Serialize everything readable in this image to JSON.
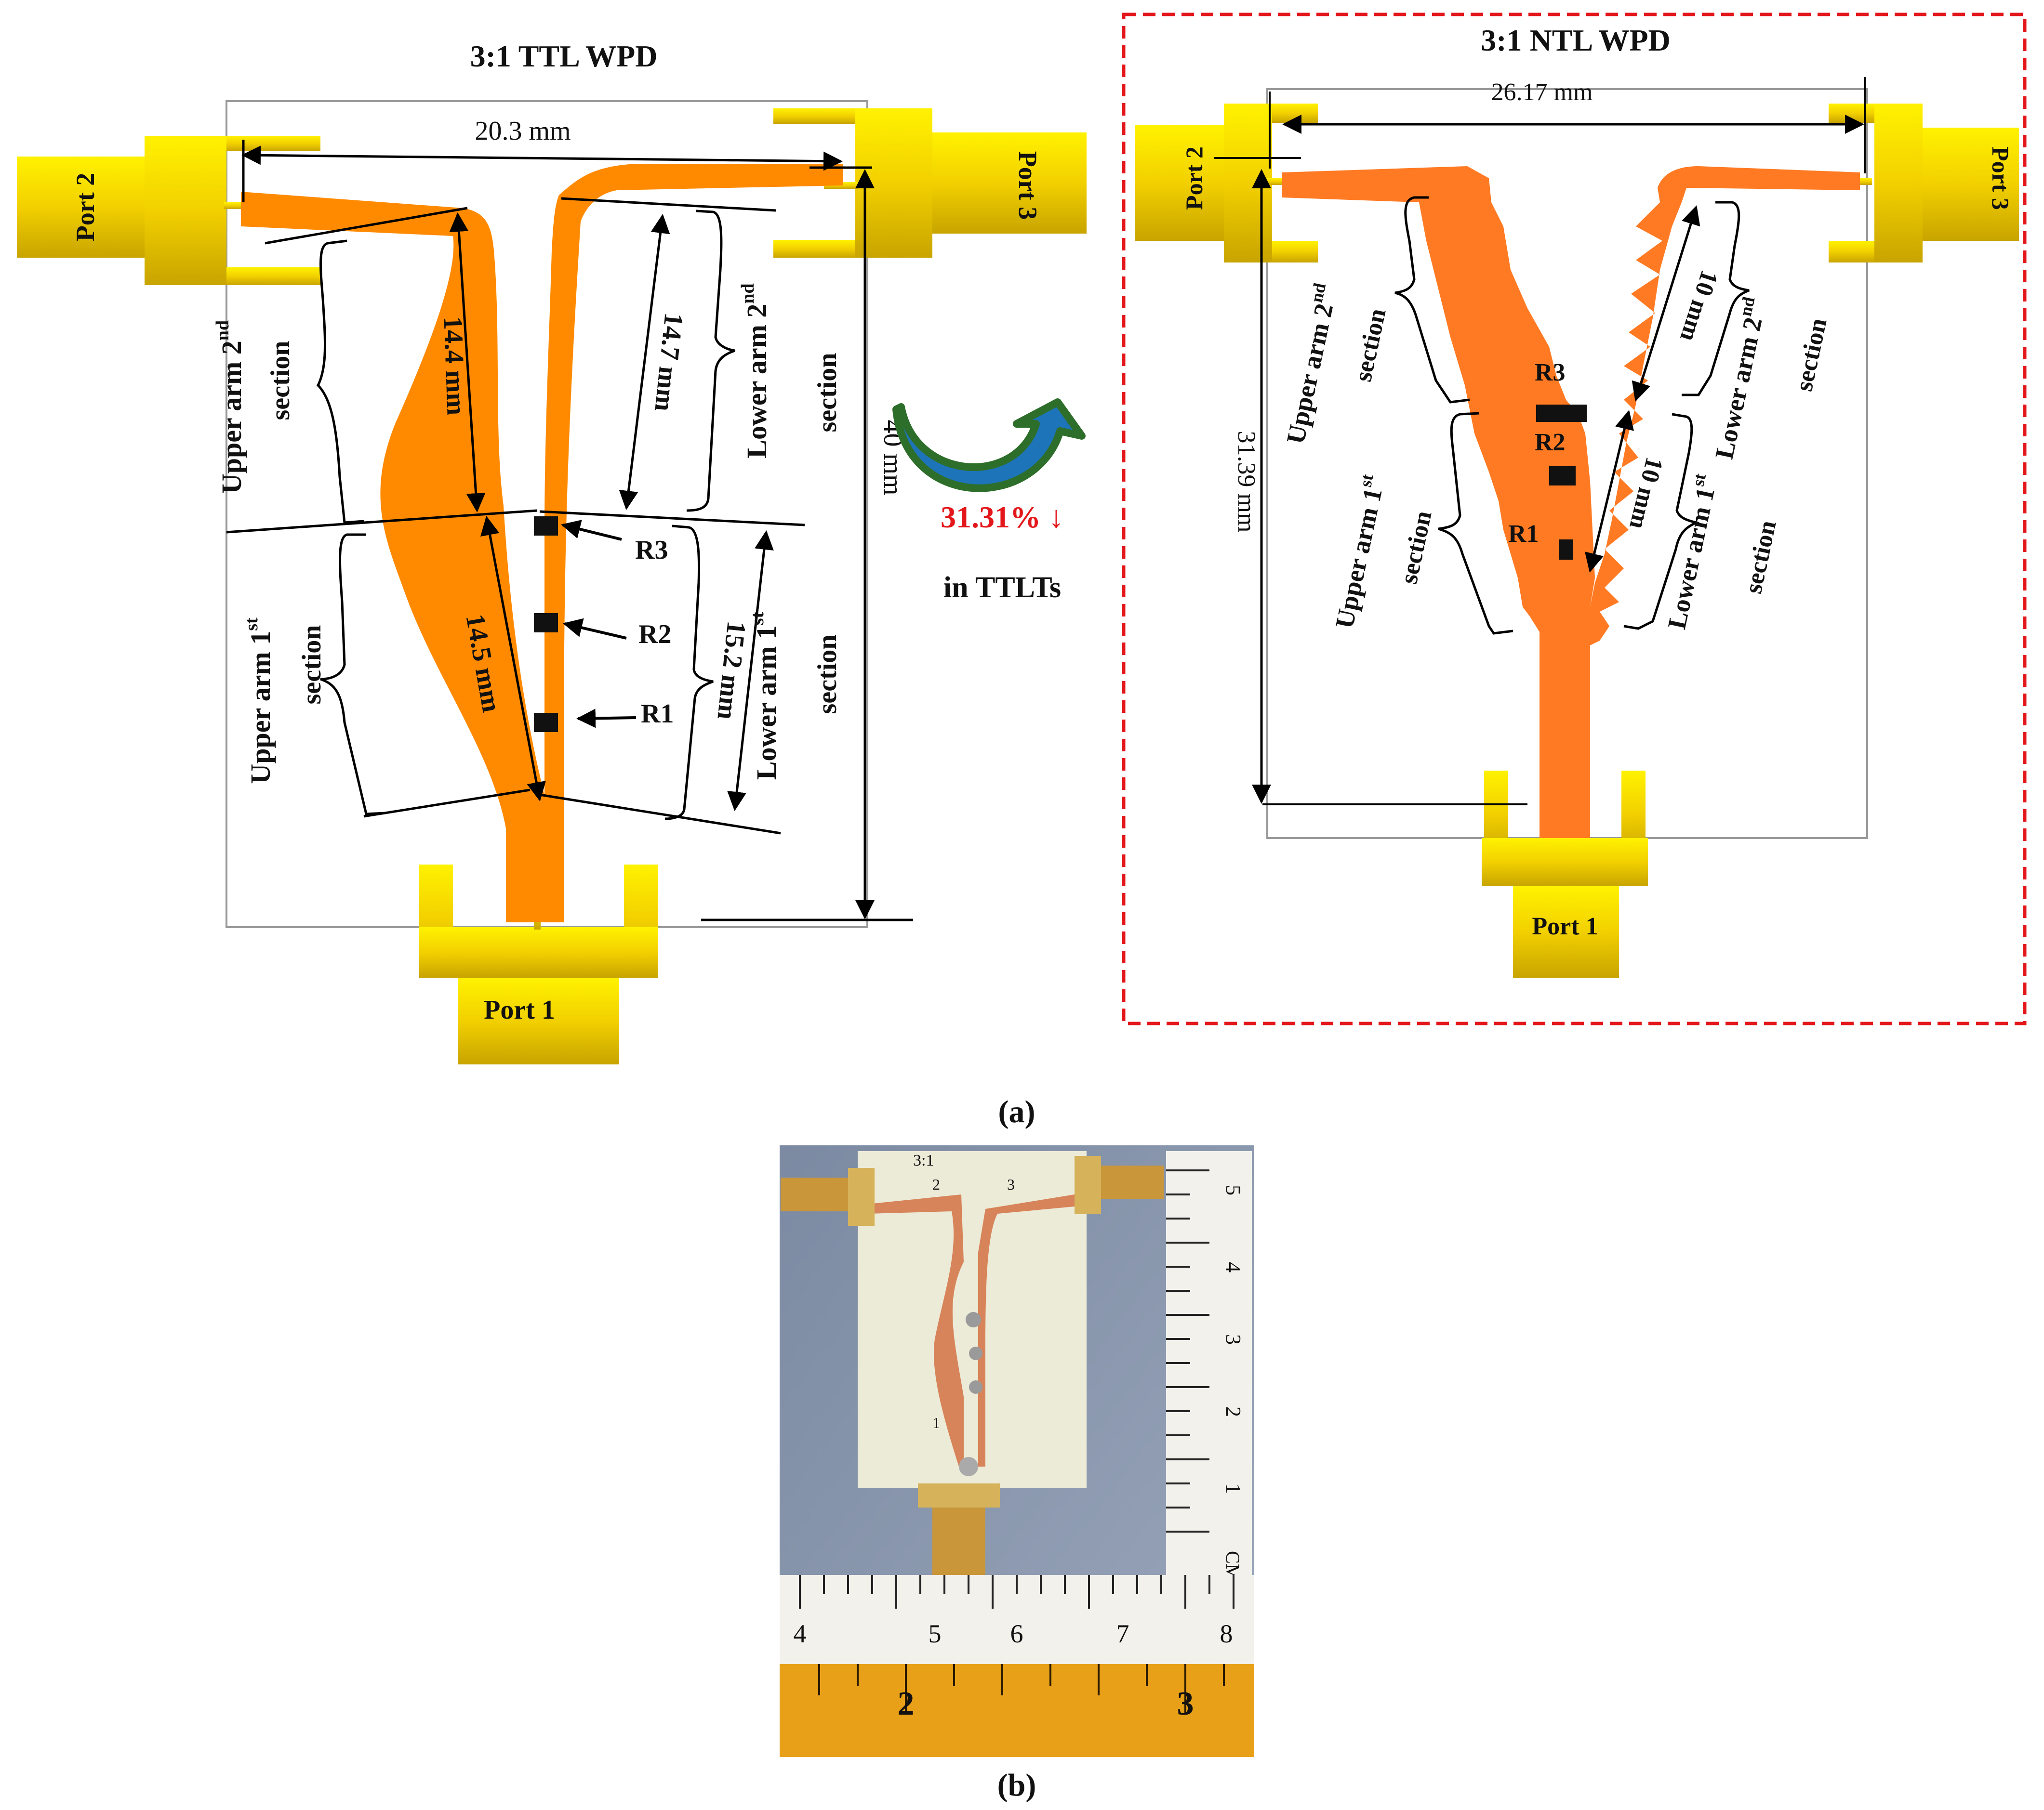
{
  "figure": {
    "left_panel": {
      "title": "3:1 TTL WPD",
      "dim_width": "20.3 mm",
      "dim_height": "40 mm",
      "dim_upper2": "14.4 mm",
      "dim_lower2": "14.7 mm",
      "dim_upper1": "14.5 mm",
      "dim_lower1": "15.2 mm",
      "port1": "Port 1",
      "port2": "Port 2",
      "port3": "Port 3",
      "upper2_label": "Upper arm 2",
      "upper1_label": "Upper arm 1",
      "lower2_label": "Lower arm 2",
      "lower1_label": "Lower arm 1",
      "sup_nd": "nd",
      "sup_st": "st",
      "section": "section",
      "r1": "R1",
      "r2": "R2",
      "r3": "R3"
    },
    "reduction": {
      "value": "31.31% ↓",
      "note": "in TTLTs",
      "value_color": "#e3171b"
    },
    "right_panel": {
      "title": "3:1 NTL WPD",
      "dim_width": "26.17 mm",
      "dim_height": "31.39 mm",
      "dim_upper_arm": "10 mm",
      "dim_lower_arm": "10 mm",
      "port1": "Port 1",
      "port2": "Port 2",
      "port3": "Port 3",
      "upper2_label": "Upper arm 2",
      "upper1_label": "Upper arm 1",
      "lower2_label": "Lower arm 2",
      "lower1_label": "Lower arm 1",
      "sup_nd": "nd",
      "sup_st": "st",
      "section": "section",
      "r1": "R1",
      "r2": "R2",
      "r3": "R3",
      "border_color": "#e3171b"
    },
    "caption_a": "(a)",
    "caption_b": "(b)",
    "photo": {
      "board_label": "3:1",
      "port_marks": [
        "1",
        "2",
        "3"
      ],
      "ruler_v_numbers": [
        "5",
        "4",
        "3",
        "2",
        "1",
        "CM"
      ],
      "ruler_h_numbers": [
        "4",
        "5",
        "6",
        "7",
        "8"
      ],
      "ruler_inch_numbers": [
        "2",
        "3"
      ]
    },
    "colors": {
      "connector": "#f6d900",
      "ttl_trace": "#ff8a00",
      "ntl_trace": "#ff7a22",
      "resistor": "#111111"
    }
  }
}
